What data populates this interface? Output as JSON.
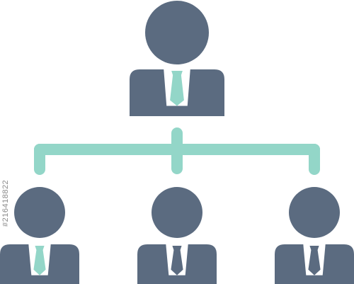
{
  "colors": {
    "person_body": "#5b6b80",
    "connector": "#93d6c8",
    "tie_accent": "#93d6c8",
    "shirt": "#ffffff",
    "background": "#ffffff"
  },
  "diagram": {
    "root": {
      "icon": "businessman-icon",
      "tie_color": "accent"
    },
    "children": [
      {
        "icon": "businessman-icon",
        "tie_color": "accent"
      },
      {
        "icon": "businessman-icon",
        "tie_color": "body"
      },
      {
        "icon": "businessman-icon",
        "tie_color": "body"
      }
    ]
  },
  "watermark": {
    "side_id": "#216418822"
  }
}
